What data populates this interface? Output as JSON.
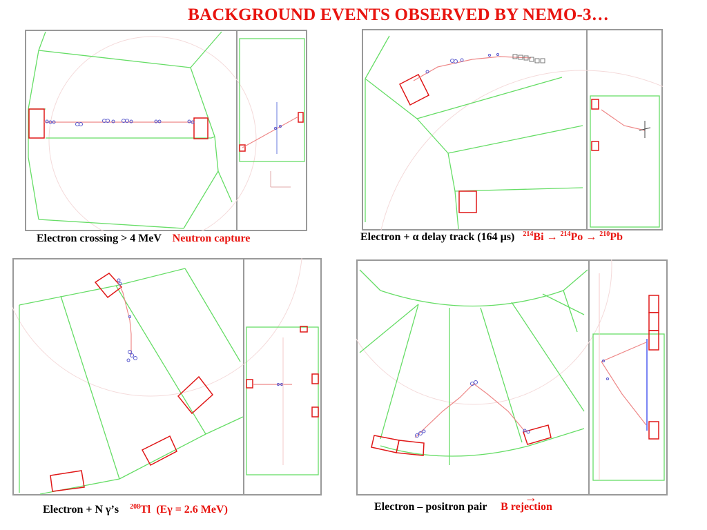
{
  "title": "BACKGROUND EVENTS OBSERVED BY NEMO-3…",
  "events": [
    {
      "caption": "Electron crossing > 4 MeV",
      "tag": "Neutron capture"
    },
    {
      "caption": "Electron + α delay track (164 µs)",
      "tag_parts": {
        "m1": "214",
        "e1": "Bi",
        "arrow1": "→",
        "m2": "214",
        "e2": "Po",
        "arrow2": "→",
        "m3": "210",
        "e3": "Pb"
      }
    },
    {
      "caption": "Electron + N γ’s",
      "tag_parts": {
        "m1": "208",
        "e1": "Tl",
        "rest": "(Eγ = 2.6 MeV)"
      }
    },
    {
      "caption": "Electron – positron pair",
      "tag": "B rejection",
      "tag_arrow": "→"
    }
  ],
  "colors": {
    "title": "#e8140f",
    "sector_lines": "#66dd66",
    "calorimeter_block": "#e01818",
    "track": "#ee8888",
    "hits": "#5555cc",
    "frame": "#999999"
  }
}
